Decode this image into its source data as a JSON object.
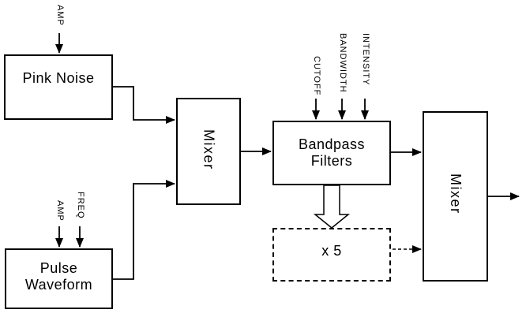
{
  "diagram": {
    "colors": {
      "line": "#000000",
      "background": "#ffffff",
      "text": "#000000"
    },
    "blocks": {
      "pink_noise": {
        "label": "Pink Noise"
      },
      "pulse_waveform": {
        "line1": "Pulse",
        "line2": "Waveform"
      },
      "mixer_1": {
        "label": "Mixer"
      },
      "bandpass_filters": {
        "line1": "Bandpass",
        "line2": "Filters"
      },
      "multiplier": {
        "label": "x 5"
      },
      "mixer_2": {
        "label": "Mixer"
      }
    },
    "param_labels": {
      "pink_noise_amp": "AMP",
      "pulse_amp": "AMP",
      "pulse_freq": "FREQ",
      "cutoff": "CUTOFF",
      "bandwidth": "BANDWIDTH",
      "intensity": "INTENSITY"
    }
  }
}
